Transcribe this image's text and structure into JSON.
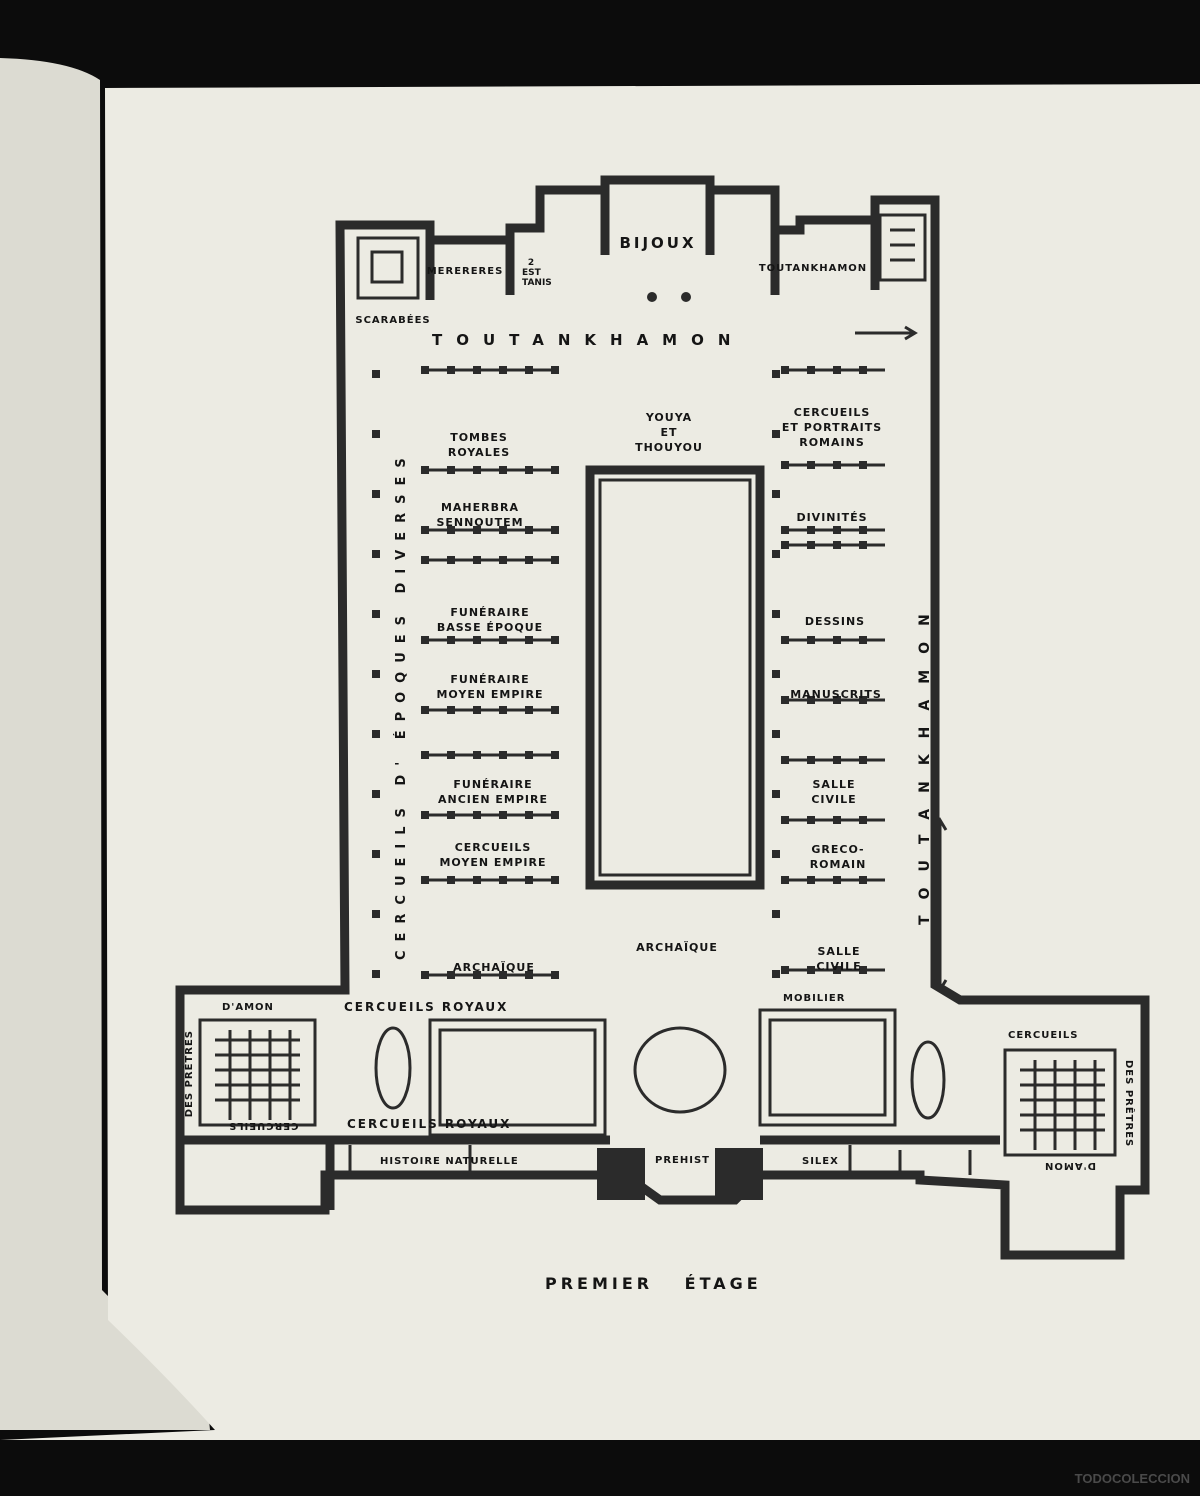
{
  "page_title": "PREMIER ÉTAGE",
  "watermark": "TODOCOLECCION",
  "colors": {
    "paper": "#ecebe3",
    "ink": "#2b2b2b",
    "background": "#0c0c0c"
  },
  "rooms": {
    "bijoux": "BIJOUX",
    "mereruka": "MERERERES",
    "tanis": "2 EST TANIS",
    "toutankhamon_ne": "TOUTANKHAMON",
    "scarabees": "SCARABÉES",
    "toutankhamon_north": "TOUTANKHAMON",
    "youya": "YOUYA\nET\nTHOUYOU",
    "tombes_royales": "TOMBES\nROYALES",
    "maherbra": "MAHERBRA\nSENNOUTEM",
    "funeraire_basse": "FUNÉRAIRE\nBASSE ÉPOQUE",
    "funeraire_moyen": "FUNÉRAIRE\nMOYEN EMPIRE",
    "funeraire_ancien": "FUNÉRAIRE\nANCIEN EMPIRE",
    "cercueils_moyen": "CERCUEILS\nMOYEN EMPIRE",
    "archaique_west": "ARCHAÏQUE",
    "archaique_center": "ARCHAÏQUE",
    "cercueils_portraits": "CERCUEILS\nET PORTRAITS\nROMAINS",
    "divinites": "DIVINITÉS",
    "dessins": "DESSINS",
    "manuscrits": "MANUSCRITS",
    "salle_civile_1": "SALLE\nCIVILE",
    "greco_romain": "GRECO-\nROMAIN",
    "salle_civile_2": "SALLE\nCIVILE",
    "epoques_diverses": "CERCUEILS D' ÉPOQUES DIVERSES",
    "toutankhamon_east": "TOUTANKHAMON",
    "damon_w": "D'AMON",
    "cercueils_royaux_top": "CERCUEILS ROYAUX",
    "cercueils_royaux_bottom": "CERCUEILS ROYAUX",
    "mobilier": "MOBILIER",
    "des_pretres_w": "DES PRÊTRES",
    "cercueils_w": "CERCUEILS",
    "cercueils_e": "CERCUEILS",
    "des_pretres_e": "DES PRÊTRES",
    "damon_e": "D'AMON",
    "histoire_naturelle": "HISTOIRE NATURELLE",
    "prehist": "PREHIST",
    "silex": "SILEX"
  }
}
